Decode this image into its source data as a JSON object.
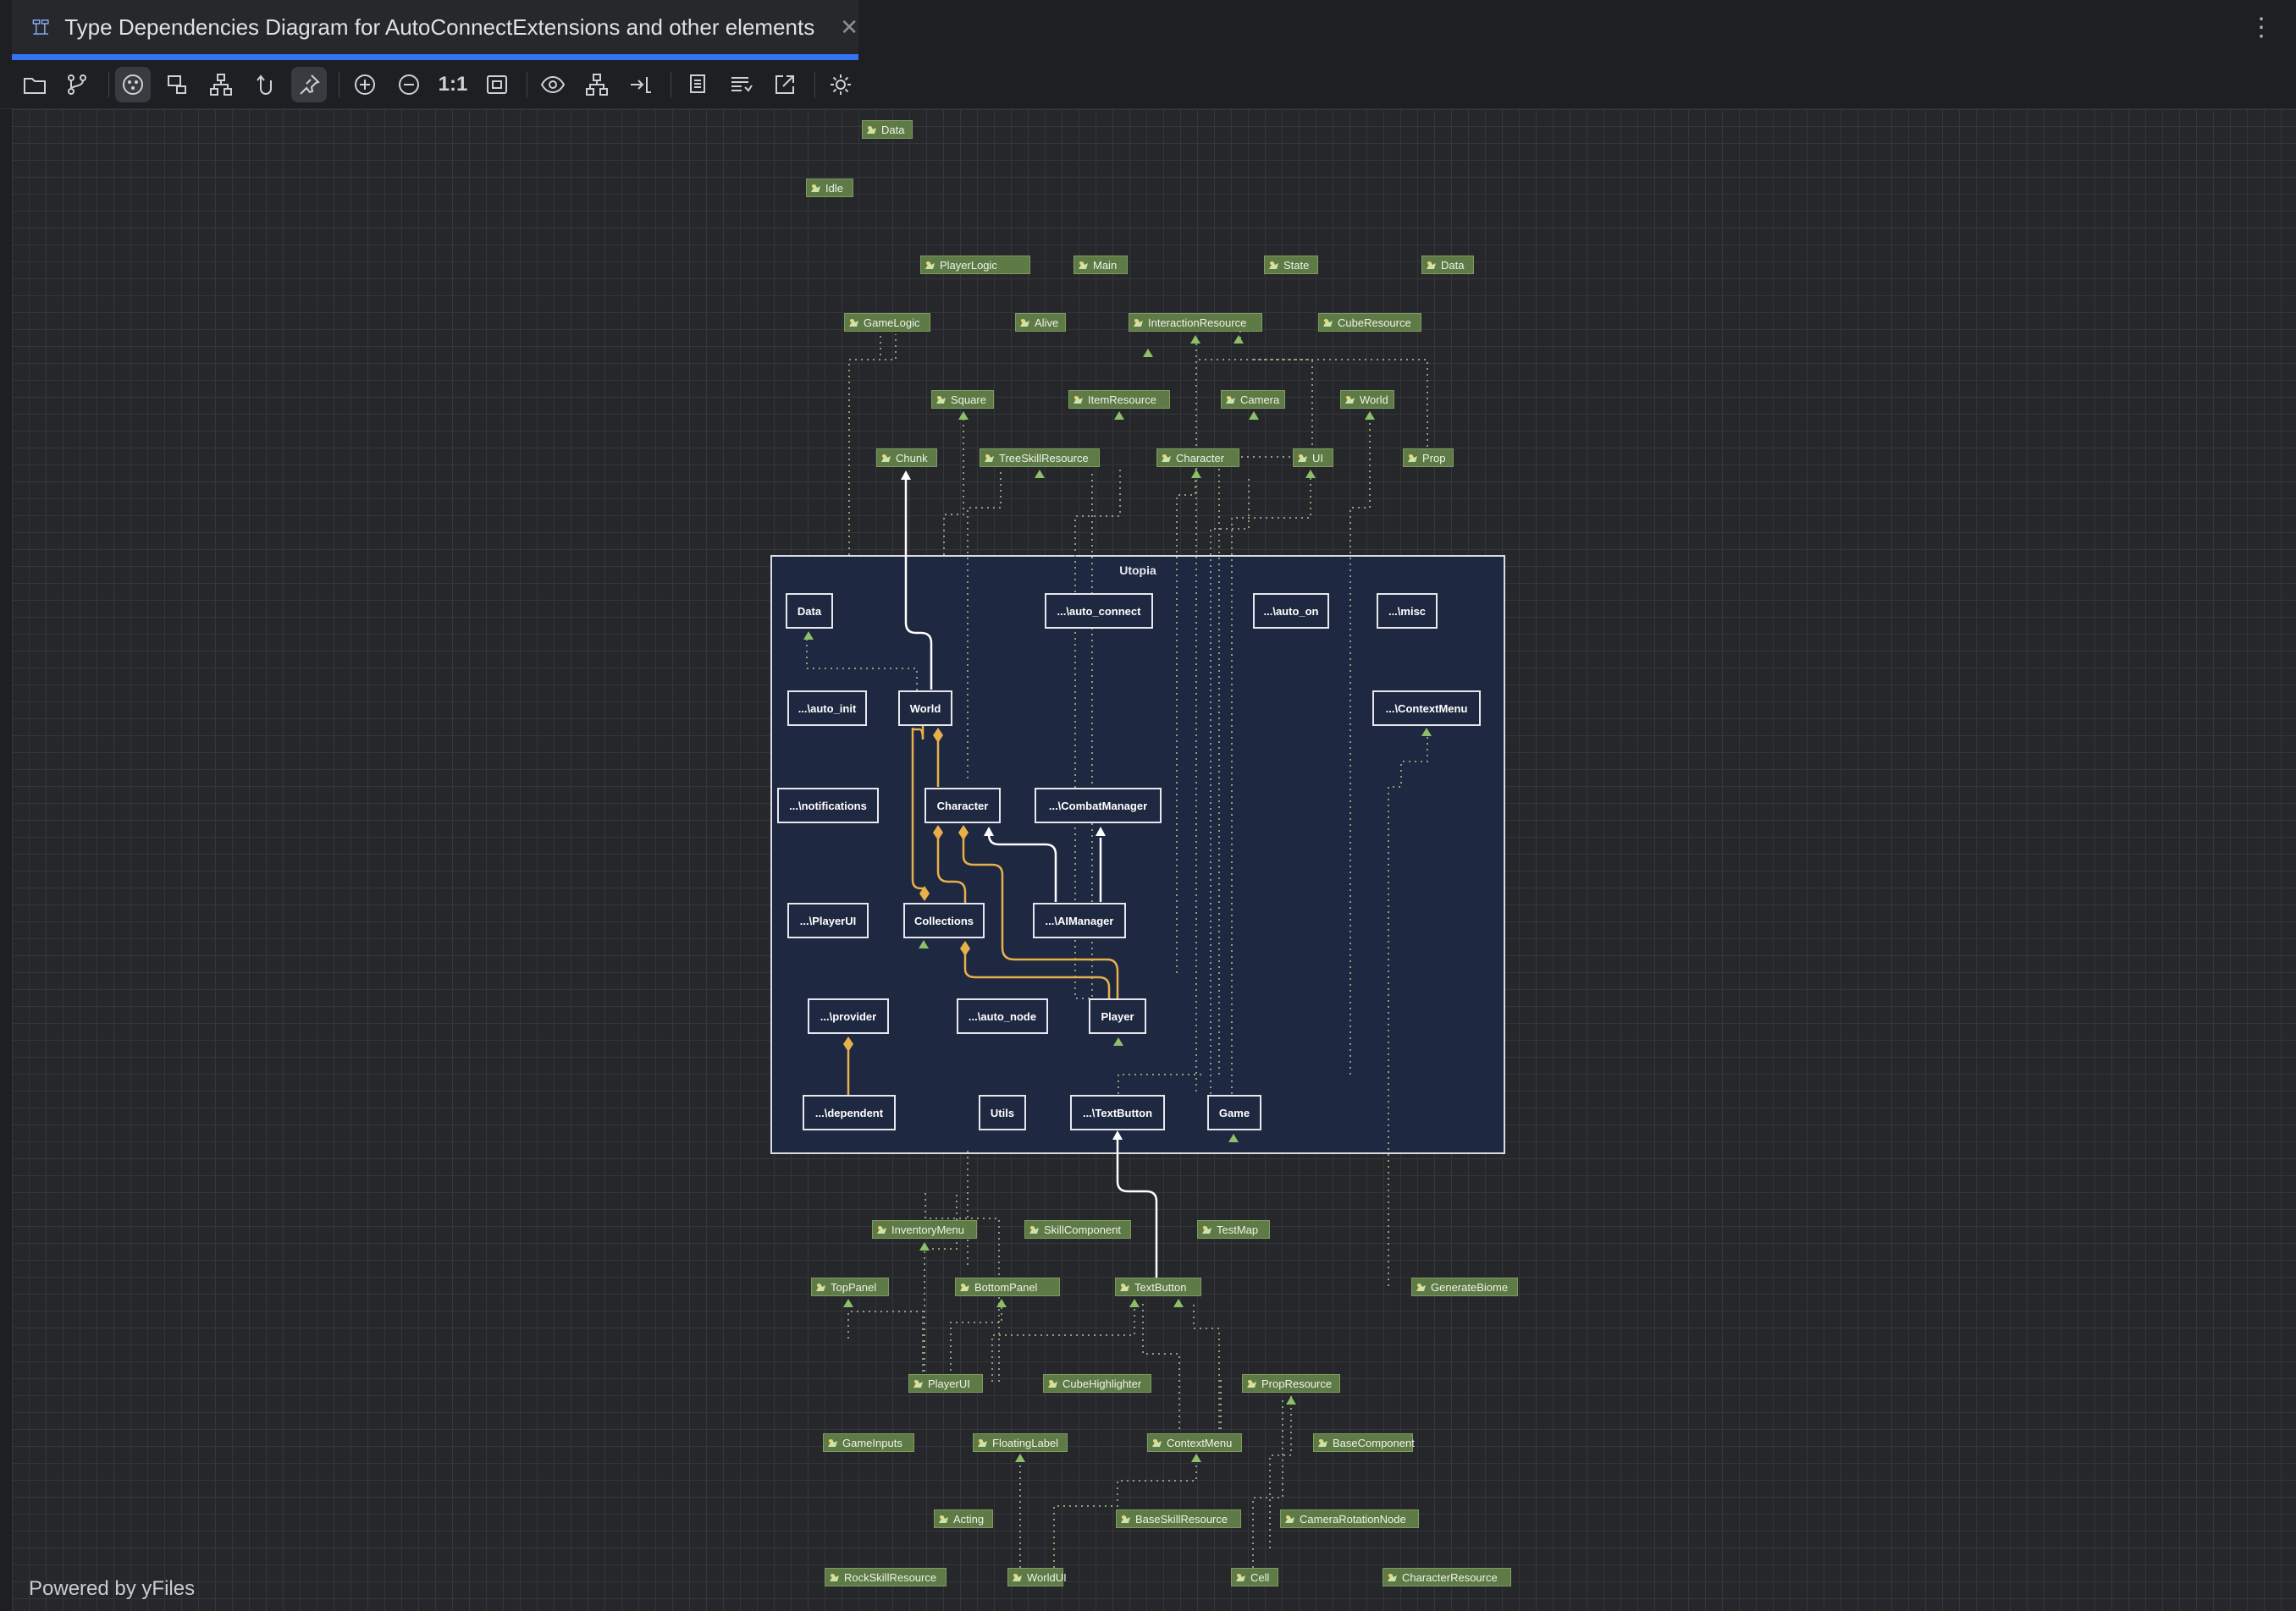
{
  "tab": {
    "title": "Type Dependencies Diagram for AutoConnectExtensions and other elements",
    "close_glyph": "✕"
  },
  "menu": {
    "more_glyph": "⋮"
  },
  "toolbar": {
    "actual_size_label": "1:1",
    "items": [
      {
        "name": "open-folder-icon",
        "active": false
      },
      {
        "name": "structure-icon",
        "active": false
      },
      {
        "name": "auto-layout-icon",
        "active": true
      },
      {
        "name": "select-icon",
        "active": false
      },
      {
        "name": "hierarchy-icon",
        "active": false
      },
      {
        "name": "undo-icon",
        "active": false
      },
      {
        "name": "pin-icon",
        "active": true
      },
      {
        "name": "zoom-in-icon",
        "active": false
      },
      {
        "name": "zoom-out-icon",
        "active": false
      },
      {
        "name": "actual-size-button",
        "active": false
      },
      {
        "name": "fit-content-icon",
        "active": false
      },
      {
        "name": "eye-icon",
        "active": false
      },
      {
        "name": "layout-tree-icon",
        "active": false
      },
      {
        "name": "collapse-icon",
        "active": false
      },
      {
        "name": "copy-icon",
        "active": false
      },
      {
        "name": "list-icon",
        "active": false
      },
      {
        "name": "export-icon",
        "active": false
      },
      {
        "name": "settings-icon",
        "active": false
      }
    ]
  },
  "colors": {
    "node_fill": "#5e7a47",
    "package_fill": "#1f2841",
    "dependency_edge": "#ffffff",
    "composition_edge": "#e8b04a",
    "dotted_edge": "#8aa07a",
    "accent": "#3574f0"
  },
  "group": {
    "title": "Utopia"
  },
  "nodes": [
    "Data",
    "Idle",
    "PlayerLogic",
    "Main",
    "State",
    "Data",
    "GameLogic",
    "Alive",
    "InteractionResource",
    "CubeResource",
    "Square",
    "ItemResource",
    "Camera",
    "World",
    "Chunk",
    "TreeSkillResource",
    "Character",
    "UI",
    "Prop",
    "InventoryMenu",
    "SkillComponent",
    "TestMap",
    "TopPanel",
    "BottomPanel",
    "TextButton",
    "GenerateBiome",
    "PlayerUI",
    "CubeHighlighter",
    "PropResource",
    "GameInputs",
    "FloatingLabel",
    "ContextMenu",
    "BaseComponent",
    "Acting",
    "BaseSkillResource",
    "CameraRotationNode",
    "RockSkillResource",
    "WorldUI",
    "Cell",
    "CharacterResource"
  ],
  "packages": [
    "Data",
    "...\\auto_connect",
    "...\\auto_on",
    "...\\misc",
    "...\\auto_init",
    "World",
    "...\\ContextMenu",
    "...\\notifications",
    "Character",
    "...\\CombatManager",
    "...\\PlayerUI",
    "Collections",
    "...\\AIManager",
    "...\\provider",
    "...\\auto_node",
    "Player",
    "...\\dependent",
    "Utils",
    "...\\TextButton",
    "Game"
  ],
  "footer": {
    "powered_by": "Powered by yFiles"
  }
}
